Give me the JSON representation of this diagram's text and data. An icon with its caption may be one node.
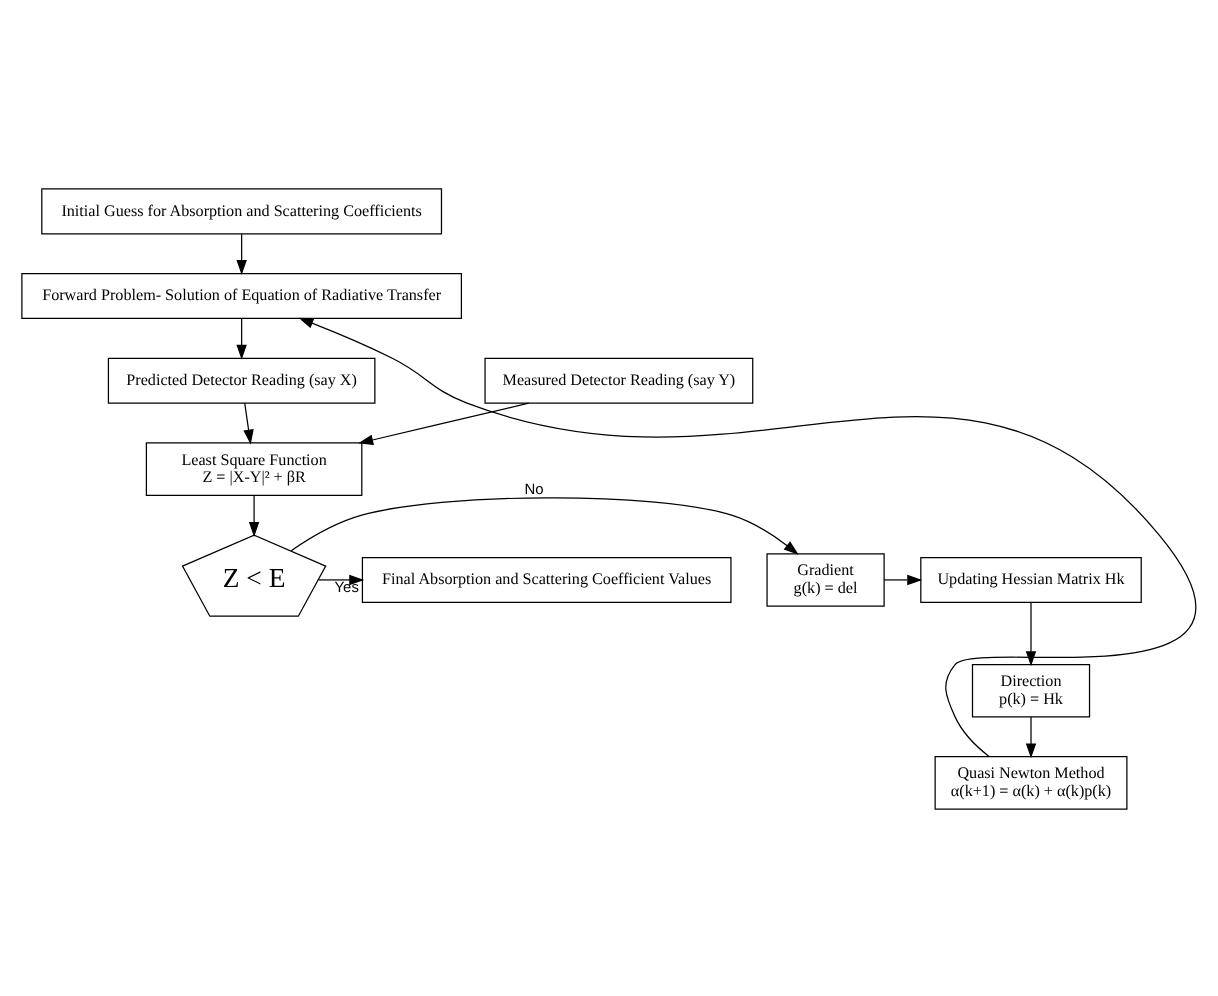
{
  "diagram": {
    "nodes": [
      {
        "text": [
          "Initial Guess for Absorption and Scattering Coefficients"
        ]
      },
      {
        "text": [
          "Forward Problem- Solution of Equation of Radiative Transfer"
        ]
      },
      {
        "text": [
          "Quasi Newton Method",
          "α(k+1) = α(k) + α(k)p(k)"
        ]
      },
      {
        "text": [
          "Predicted Detector Reading (say X)"
        ]
      },
      {
        "text": [
          "Measured Detector Reading (say Y)"
        ]
      },
      {
        "text": [
          "Direction",
          "p(k) = Hk"
        ]
      },
      {
        "text": [
          "Least Square Function",
          "Z = |X-Y|² + βR"
        ]
      },
      {
        "text": [
          "Z < E"
        ]
      },
      {
        "text": [
          "Updating Hessian Matrix Hk"
        ]
      },
      {
        "text": [
          "Gradient",
          "g(k) = del"
        ]
      },
      {
        "text": [
          "Final Absorption and Scattering Coefficient Values"
        ]
      }
    ],
    "edges": [
      {
        "from": 0,
        "to": 1,
        "arrow": "to"
      },
      {
        "from": 1,
        "to": 3,
        "arrow": "to"
      },
      {
        "from": 3,
        "to": 6,
        "arrow": "to"
      },
      {
        "from": 4,
        "to": 6,
        "arrow": "to"
      },
      {
        "from": 6,
        "to": 7,
        "arrow": "to"
      },
      {
        "from": 7,
        "to": 9,
        "arrow": "to",
        "label": "No"
      },
      {
        "from": 7,
        "to": 10,
        "arrow": "to",
        "label": "Yes"
      },
      {
        "from": 9,
        "to": 8,
        "arrow": "to"
      },
      {
        "from": 8,
        "to": 5,
        "arrow": "to"
      },
      {
        "from": 5,
        "to": 2,
        "arrow": "to"
      },
      {
        "from": 2,
        "to": 1,
        "arrow": "to"
      }
    ]
  }
}
